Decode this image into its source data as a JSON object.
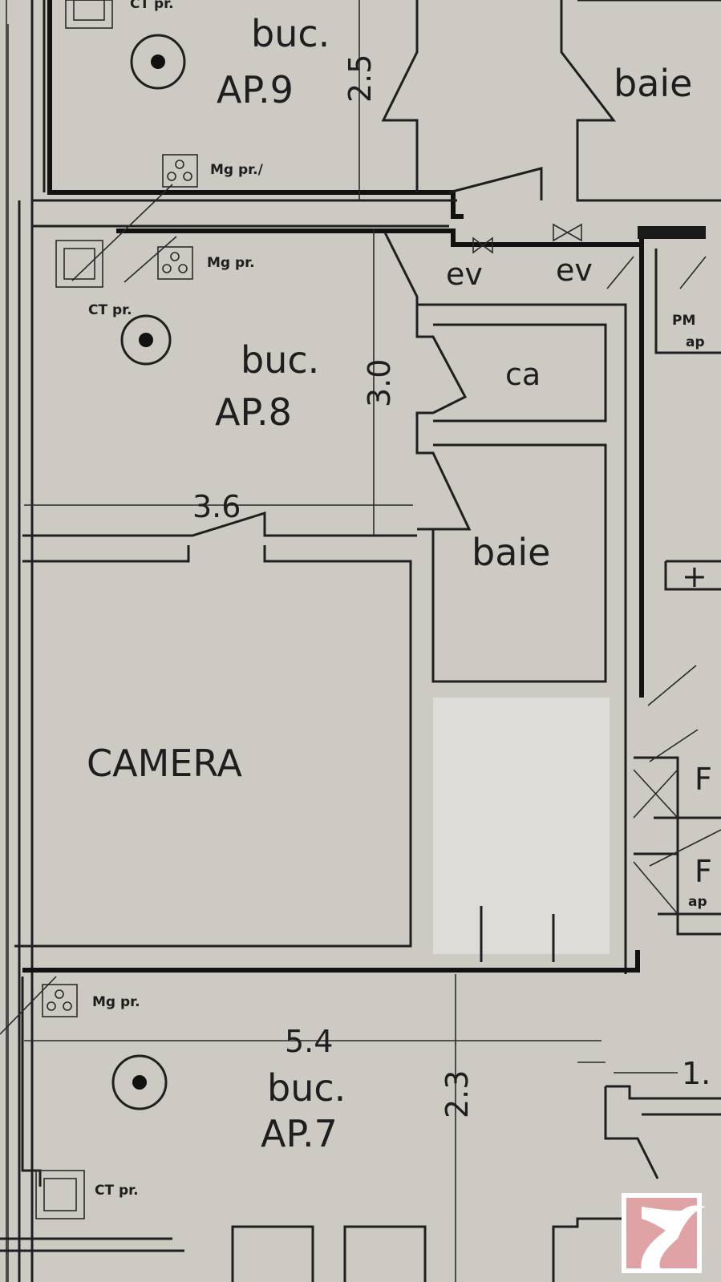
{
  "rooms": {
    "ap9": {
      "type": "buc.",
      "name": "AP.9",
      "height": "2.5"
    },
    "ap8": {
      "type": "buc.",
      "name": "AP.8",
      "height": "3.0",
      "width": "3.6"
    },
    "ap7": {
      "type": "buc.",
      "name": "AP.7",
      "height": "2.3",
      "width": "5.4"
    },
    "camera": "CAMERA",
    "baie_top": "baie",
    "baie_mid": "baie",
    "ca": "ca"
  },
  "fixtures": {
    "ct": "CT pr.",
    "mg": "Mg pr.",
    "mg_top": "Mg pr./",
    "ev": "ev",
    "pm": "PM",
    "ap": "ap",
    "f": "F",
    "plus": "+",
    "partial_dim": "1."
  },
  "watermark": {
    "color": "#e0a3a5"
  }
}
